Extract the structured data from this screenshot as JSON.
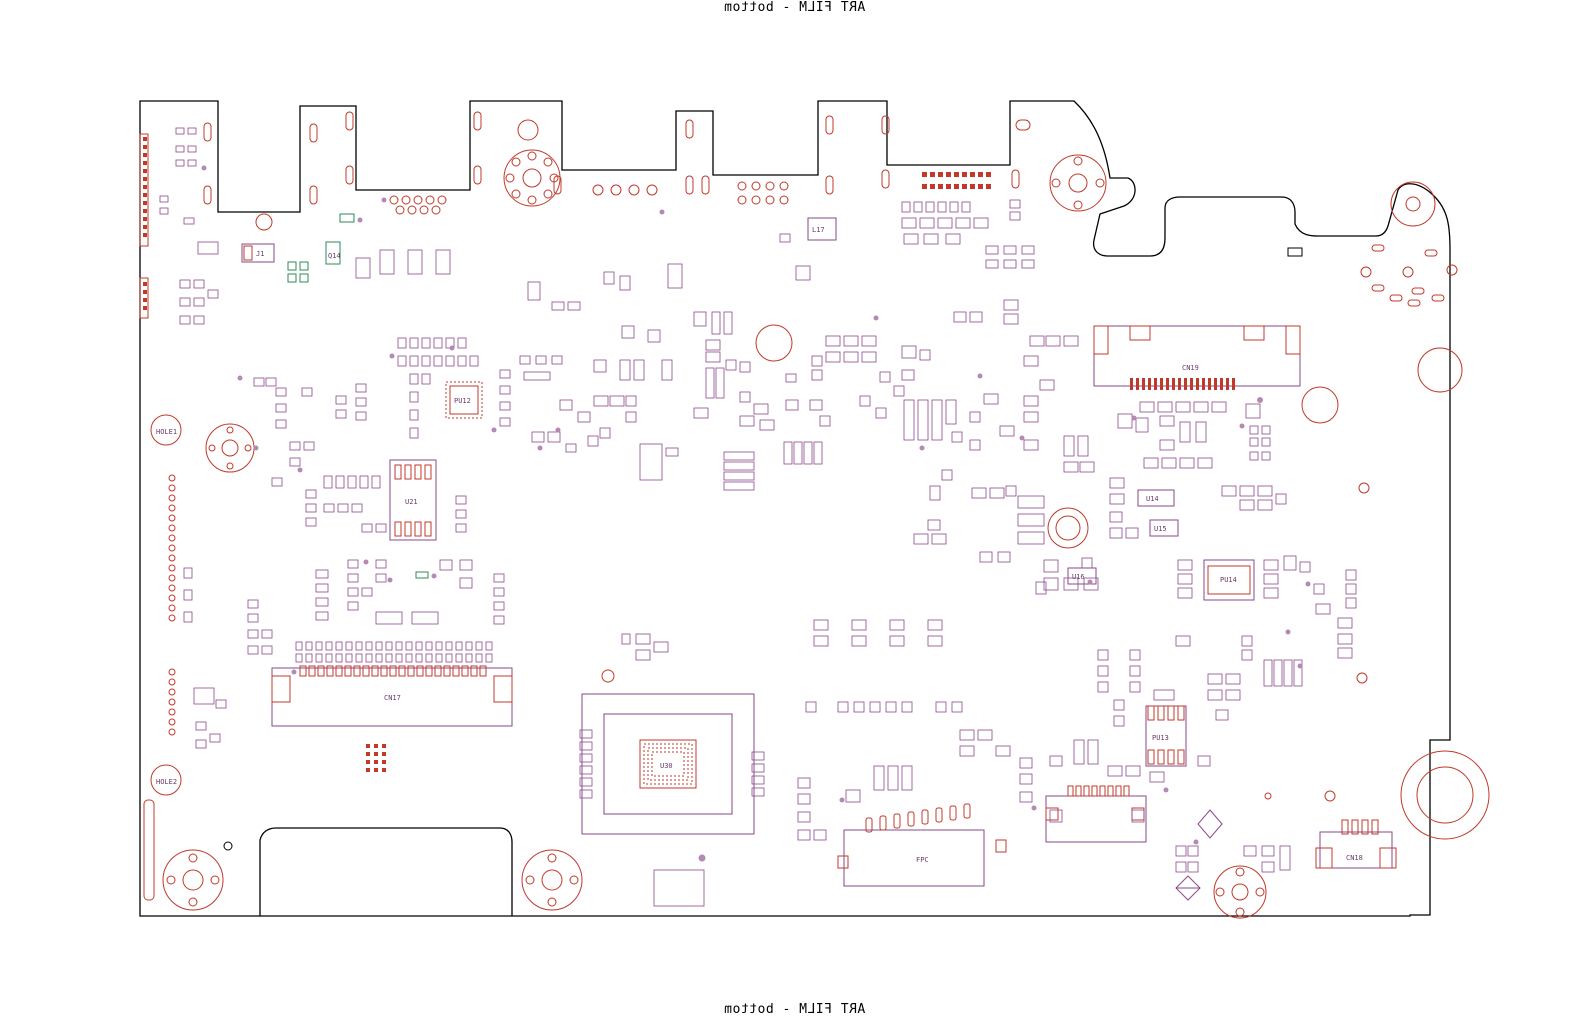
{
  "film": {
    "title_top": "ART FILM - bottom",
    "title_bottom": "ART FILM - bottom"
  },
  "colors": {
    "outline": "#000000",
    "copper": "#c0392b",
    "silk": "#8a4a8a",
    "fiducial": "#2e8b57"
  },
  "labels": {
    "cn17": "CN17",
    "cn19": "CN19",
    "cn18": "CN18",
    "u21": "U21",
    "u30": "U30",
    "pu12": "PU12",
    "pu13": "PU13",
    "pu14": "PU14",
    "u14": "U14",
    "u15": "U15",
    "u16": "U16",
    "hole1": "HOLE1",
    "hole2": "HOLE2",
    "j1": "J1",
    "q14": "Q14",
    "l17": "L17",
    "fpc": "FPC"
  }
}
